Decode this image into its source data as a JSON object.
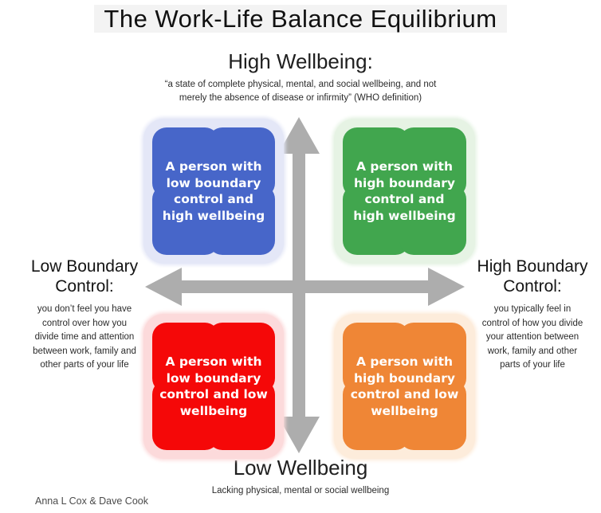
{
  "title": "The Work-Life Balance Equilibrium",
  "axes": {
    "top": {
      "heading": "High Wellbeing:",
      "description": "“a state of complete physical, mental, and social wellbeing, and not\nmerely the absence of disease or infirmity” (WHO definition)"
    },
    "bottom": {
      "heading": "Low Wellbeing",
      "description": "Lacking physical, mental or social wellbeing"
    },
    "left": {
      "heading": "Low Boundary\nControl:",
      "description": "you don’t feel you have\ncontrol over how you\ndivide time and attention\nbetween work, family and\nother parts of your life"
    },
    "right": {
      "heading": "High Boundary\nControl:",
      "description": "you typically feel in\ncontrol of how you divide\nyour attention between\nwork, family and other\nparts of your life"
    }
  },
  "quadrants": [
    {
      "id": "low-boundary-high-wellbeing",
      "label": "A person with\nlow boundary\ncontrol and\nhigh wellbeing",
      "color": "#4766c9",
      "halo": "#e4e7f7"
    },
    {
      "id": "high-boundary-high-wellbeing",
      "label": "A person with\nhigh boundary\ncontrol and\nhigh wellbeing",
      "color": "#41a64e",
      "halo": "#e6f3e4"
    },
    {
      "id": "low-boundary-low-wellbeing",
      "label": "A person with\nlow boundary\ncontrol and low\nwellbeing",
      "color": "#f50808",
      "halo": "#fcdadb"
    },
    {
      "id": "high-boundary-low-wellbeing",
      "label": "A person with\nhigh boundary\ncontrol and low\nwellbeing",
      "color": "#ef8636",
      "halo": "#fdecdb"
    }
  ],
  "arrows": {
    "color": "#adadad"
  },
  "attribution": "Anna L Cox & Dave Cook"
}
